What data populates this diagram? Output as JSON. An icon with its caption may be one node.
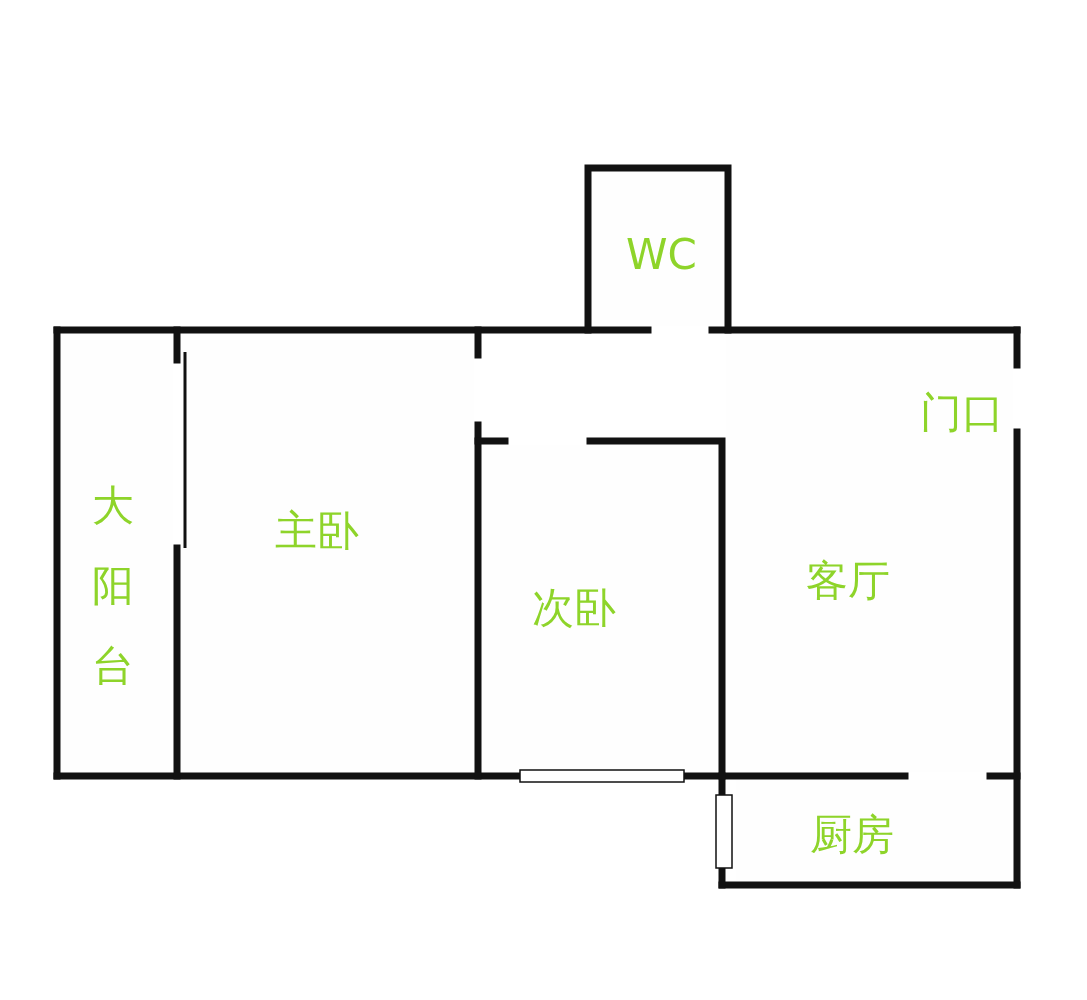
{
  "diagram": {
    "nodes": [
      {
        "text": [
          "WC"
        ]
      },
      {
        "text": [
          "大阳台"
        ]
      },
      {
        "text": [
          "主卧"
        ]
      },
      {
        "text": [
          "次卧"
        ]
      },
      {
        "text": [
          "客厅"
        ]
      },
      {
        "text": [
          "厨房"
        ]
      }
    ],
    "labels": [
      "门口"
    ]
  }
}
